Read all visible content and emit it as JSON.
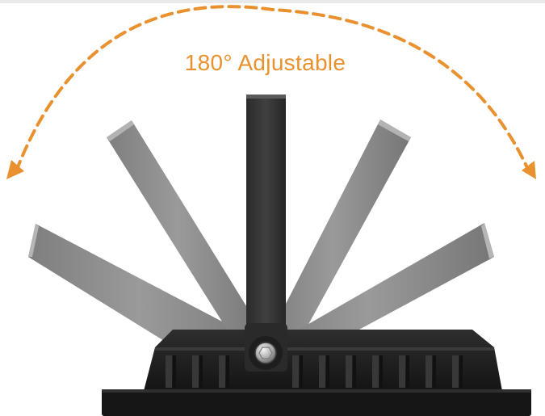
{
  "caption": {
    "text": "180° Adjustable"
  },
  "colors": {
    "accent": "#e8912e",
    "bracket_light": "#8c8c8c",
    "bracket_dark": "#383838",
    "housing": "#202020"
  },
  "illustration": {
    "subject": "floodlight-housing",
    "bracket_positions": [
      "left-low",
      "left-mid",
      "vertical",
      "right-mid",
      "right-low"
    ],
    "arc_span_degrees": 180
  }
}
